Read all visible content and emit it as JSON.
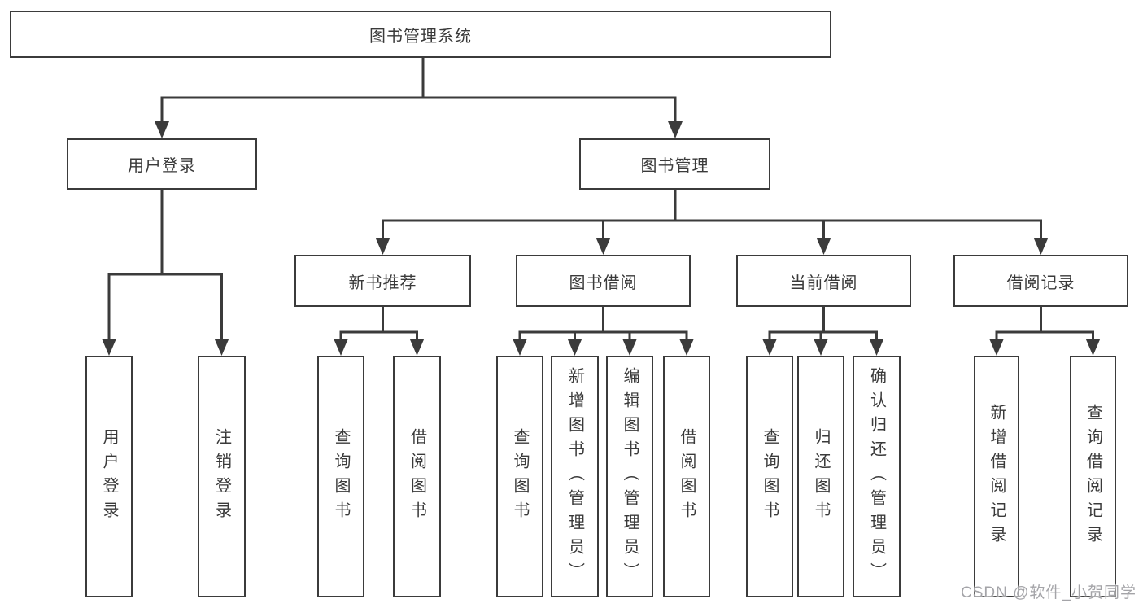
{
  "tree": {
    "label": "图书管理系统",
    "children": [
      {
        "label": "用户登录",
        "children": [
          {
            "label": "用户登录"
          },
          {
            "label": "注销登录"
          }
        ]
      },
      {
        "label": "图书管理",
        "children": [
          {
            "label": "新书推荐",
            "children": [
              {
                "label": "查询图书"
              },
              {
                "label": "借阅图书"
              }
            ]
          },
          {
            "label": "图书借阅",
            "children": [
              {
                "label": "查询图书"
              },
              {
                "label": "新增图书（管理员）"
              },
              {
                "label": "编辑图书（管理员）"
              },
              {
                "label": "借阅图书"
              }
            ]
          },
          {
            "label": "当前借阅",
            "children": [
              {
                "label": "查询图书"
              },
              {
                "label": "归还图书"
              },
              {
                "label": "确认归还（管理员）"
              }
            ]
          },
          {
            "label": "借阅记录",
            "children": [
              {
                "label": "新增借阅记录"
              },
              {
                "label": "查询借阅记录"
              }
            ]
          }
        ]
      }
    ]
  },
  "watermark": "CSDN @软件_小贺同学",
  "colors": {
    "line": "#3b3b3b",
    "text": "#3a3a3a",
    "background": "#ffffff",
    "watermark": "#a4a4a8"
  }
}
